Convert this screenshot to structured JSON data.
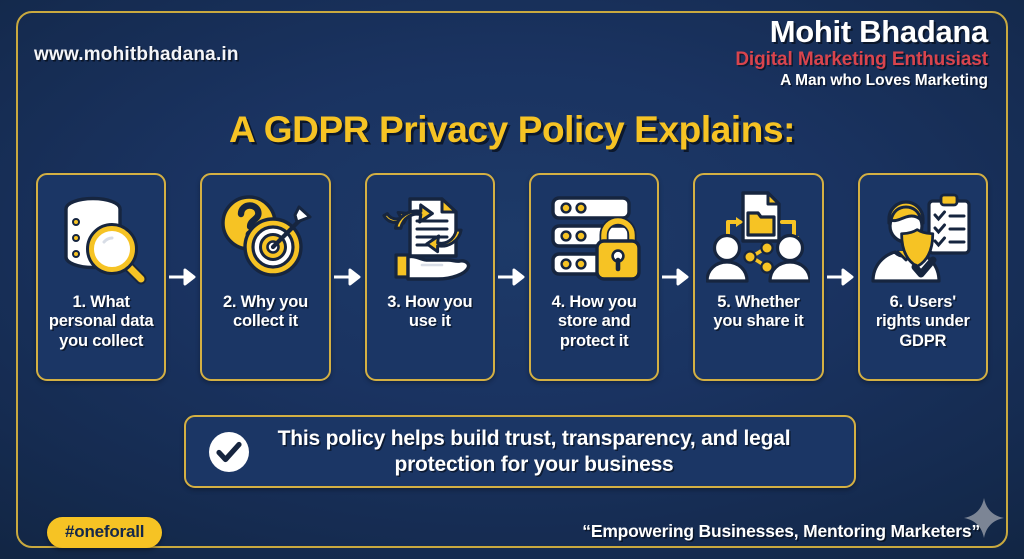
{
  "theme": {
    "bg_navy": "#1a3361",
    "card_navy": "#1b3665",
    "gold": "#f6c324",
    "gold_border": "#d4b043",
    "frame_gold": "#c9a93f",
    "red": "#d9444d",
    "white": "#ffffff"
  },
  "header": {
    "site_url": "www.mohitbhadana.in",
    "brand_name": "Mohit Bhadana",
    "brand_tagline": "Digital Marketing Enthusiast",
    "brand_sub": "A Man who Loves Marketing"
  },
  "main": {
    "title": "A GDPR Privacy Policy Explains:",
    "cards": [
      {
        "number": "1.",
        "label": "1. What personal data you collect",
        "icon": "database-magnifier-icon"
      },
      {
        "number": "2.",
        "label": "2. Why you collect it",
        "icon": "question-target-icon"
      },
      {
        "number": "3.",
        "label": "3. How you use it",
        "icon": "document-hand-icon"
      },
      {
        "number": "4.",
        "label": "4. How you store and protect it",
        "icon": "server-lock-icon"
      },
      {
        "number": "5.",
        "label": "5. Whether you share it",
        "icon": "people-share-icon"
      },
      {
        "number": "6.",
        "label": "6. Users' rights under GDPR",
        "icon": "person-shield-checklist-icon"
      }
    ],
    "arrow_icon": "arrow-right-icon"
  },
  "callout": {
    "icon": "check-circle-icon",
    "text": "This policy helps build trust, transparency, and legal protection for your business"
  },
  "footer": {
    "hashtag": "#oneforall",
    "quote": "“Empowering Businesses, Mentoring Marketers”",
    "watermark_icon": "sparkle-diamond-icon"
  }
}
